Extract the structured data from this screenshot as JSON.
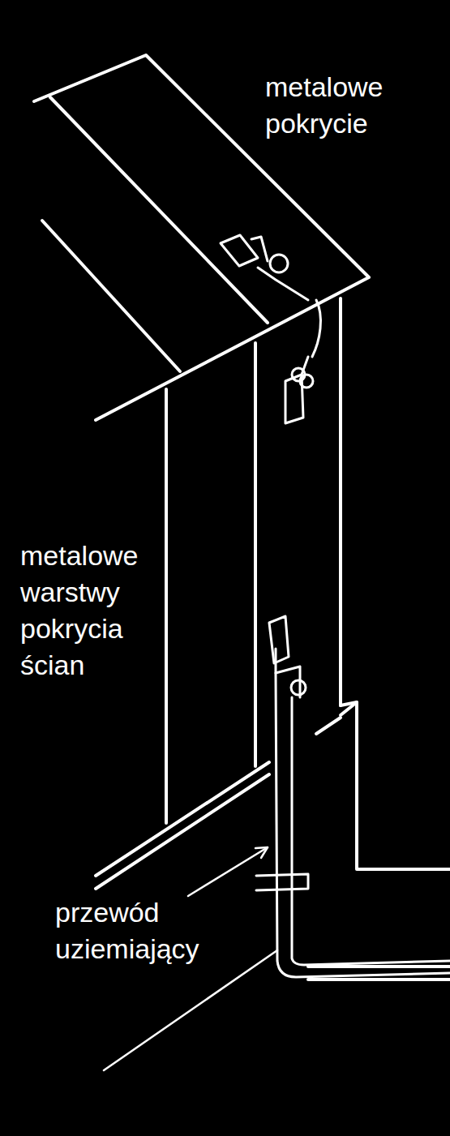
{
  "diagram": {
    "labels": [
      "metalowe pokrycie",
      "metalowe warstwy pokrycia ścian",
      "przewód uziemiający"
    ]
  }
}
